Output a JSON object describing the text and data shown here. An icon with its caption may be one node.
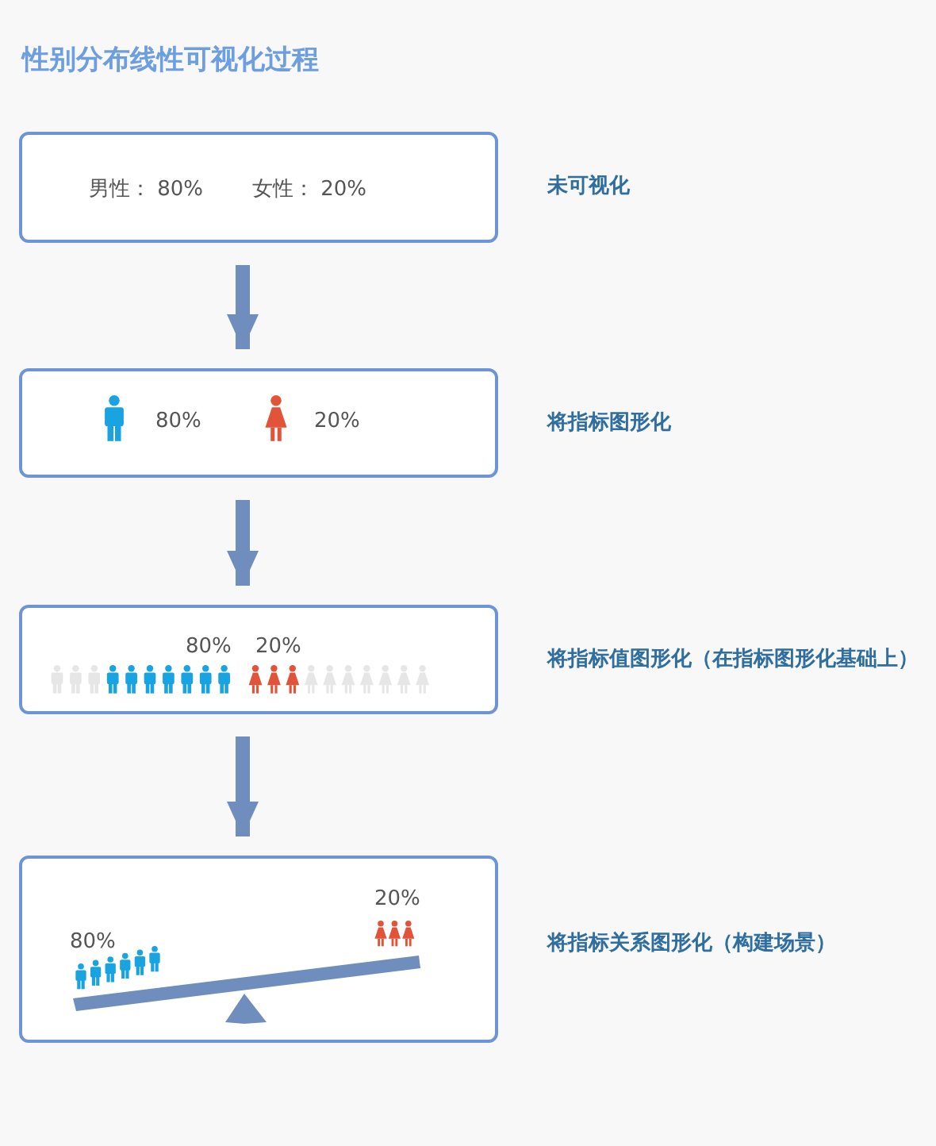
{
  "diagram": {
    "title": "性别分布线性可视化过程",
    "nodes": [
      {
        "text": [
          "男性： 80%",
          "女性： 20%"
        ],
        "beside": [
          "未可视化"
        ]
      },
      {
        "text": [
          "80%",
          "20%"
        ],
        "beside": [
          "将指标图形化"
        ]
      },
      {
        "text": [
          "80%",
          "20%"
        ],
        "beside": [
          "将指标值图形化（在指标图形化基础上）"
        ]
      },
      {
        "text": [
          "80%",
          "20%"
        ],
        "beside": [
          "将指标关系图形化（构建场景）"
        ]
      }
    ],
    "edges": [
      {
        "from": 0,
        "to": 1,
        "arrow": "to"
      },
      {
        "from": 1,
        "to": 2,
        "arrow": "to"
      },
      {
        "from": 2,
        "to": 3,
        "arrow": "to"
      }
    ]
  }
}
